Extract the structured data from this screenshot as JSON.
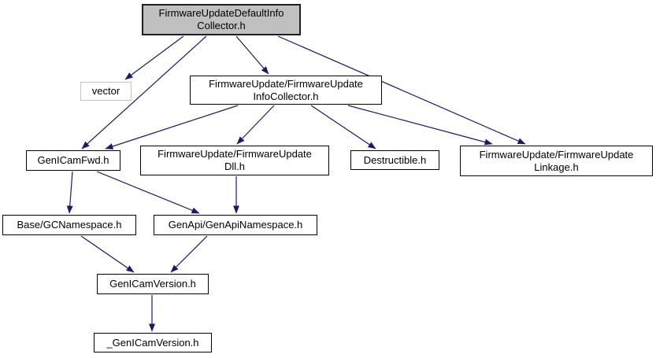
{
  "diagram": {
    "kind": "include-dependency-graph",
    "colors": {
      "arrow": "#191970",
      "node_border": "#000000",
      "node_fill": "#ffffff",
      "root_fill": "#c0c0c0",
      "root_border": "#1f1f1f",
      "external_border": "#c3c3c3",
      "background": "#ffffff"
    },
    "nodes": [
      {
        "id": "firmware-update-default-info-collector",
        "lines": [
          "FirmwareUpdateDefaultInfo",
          "Collector.h"
        ]
      },
      {
        "id": "vector",
        "lines": [
          "vector"
        ]
      },
      {
        "id": "firmware-update-info-collector",
        "lines": [
          "FirmwareUpdate/FirmwareUpdate",
          "InfoCollector.h"
        ]
      },
      {
        "id": "genicam-fwd",
        "lines": [
          "GenICamFwd.h"
        ]
      },
      {
        "id": "firmware-update-dll",
        "lines": [
          "FirmwareUpdate/FirmwareUpdate",
          "Dll.h"
        ]
      },
      {
        "id": "destructible",
        "lines": [
          "Destructible.h"
        ]
      },
      {
        "id": "firmware-update-linkage",
        "lines": [
          "FirmwareUpdate/FirmwareUpdate",
          "Linkage.h"
        ]
      },
      {
        "id": "base-gc-namespace",
        "lines": [
          "Base/GCNamespace.h"
        ]
      },
      {
        "id": "genapi-genapi-namespace",
        "lines": [
          "GenApi/GenApiNamespace.h"
        ]
      },
      {
        "id": "genicam-version",
        "lines": [
          "GenICamVersion.h"
        ]
      },
      {
        "id": "underscore-genicam-version",
        "lines": [
          "_GenICamVersion.h"
        ]
      }
    ],
    "edges": [
      {
        "from": "firmware-update-default-info-collector",
        "to": "vector"
      },
      {
        "from": "firmware-update-default-info-collector",
        "to": "genicam-fwd"
      },
      {
        "from": "firmware-update-default-info-collector",
        "to": "firmware-update-info-collector"
      },
      {
        "from": "firmware-update-default-info-collector",
        "to": "firmware-update-linkage"
      },
      {
        "from": "firmware-update-info-collector",
        "to": "genicam-fwd"
      },
      {
        "from": "firmware-update-info-collector",
        "to": "firmware-update-dll"
      },
      {
        "from": "firmware-update-info-collector",
        "to": "destructible"
      },
      {
        "from": "firmware-update-info-collector",
        "to": "firmware-update-linkage"
      },
      {
        "from": "genicam-fwd",
        "to": "base-gc-namespace"
      },
      {
        "from": "genicam-fwd",
        "to": "genapi-genapi-namespace"
      },
      {
        "from": "firmware-update-dll",
        "to": "genapi-genapi-namespace"
      },
      {
        "from": "base-gc-namespace",
        "to": "genicam-version"
      },
      {
        "from": "genapi-genapi-namespace",
        "to": "genicam-version"
      },
      {
        "from": "genicam-version",
        "to": "underscore-genicam-version"
      }
    ]
  }
}
